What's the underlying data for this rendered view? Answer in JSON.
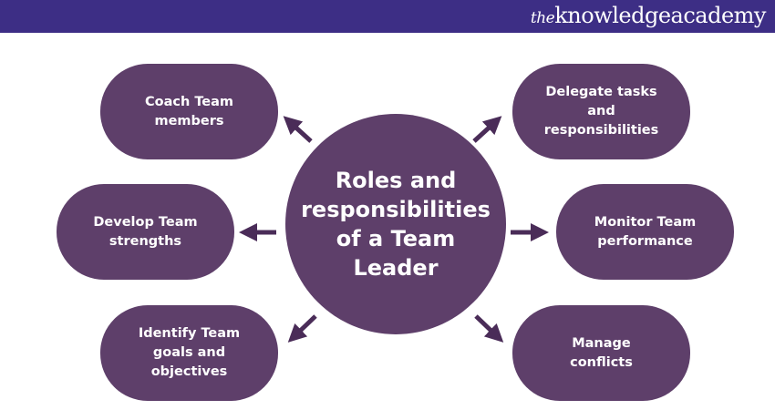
{
  "header": {
    "logo_text": "theknowledgeacademy",
    "logo_prefix": "the",
    "logo_main": "knowledgeacademy"
  },
  "diagram": {
    "center": "Roles and responsibilities of a Team Leader",
    "nodes": [
      {
        "label": "Coach Team members"
      },
      {
        "label": "Delegate tasks and responsibilities"
      },
      {
        "label": "Develop Team strengths"
      },
      {
        "label": "Monitor Team performance"
      },
      {
        "label": "Identify Team goals and objectives"
      },
      {
        "label": "Manage conflicts"
      }
    ]
  },
  "colors": {
    "header": "#3d2e85",
    "shape": "#5e3f6a",
    "text": "#ffffff"
  }
}
